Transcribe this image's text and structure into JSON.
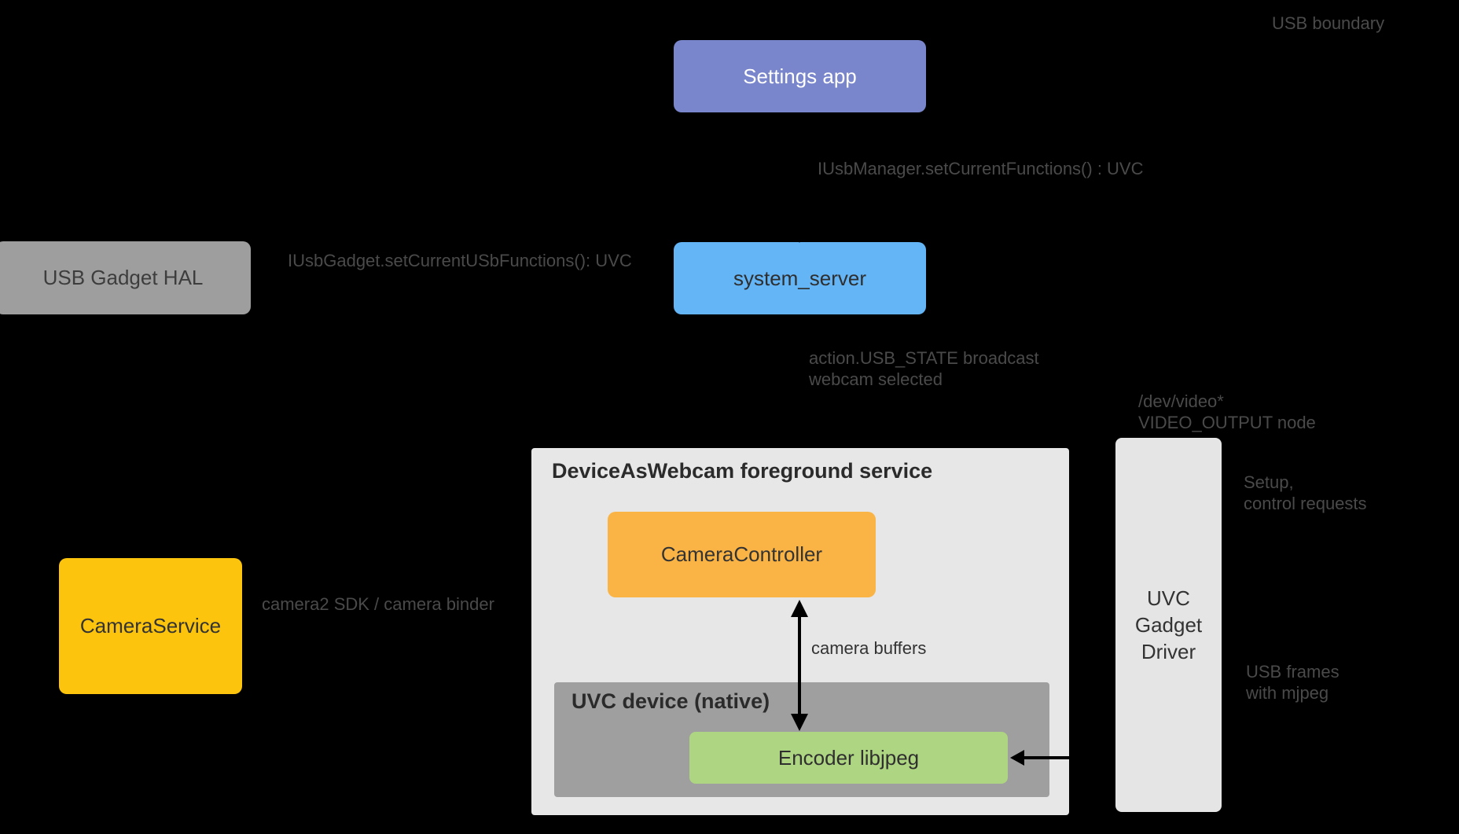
{
  "diagram": {
    "usb_boundary_label": "USB boundary",
    "nodes": {
      "settings_app": {
        "label": "Settings app"
      },
      "usb_gadget_hal": {
        "label": "USB Gadget HAL"
      },
      "system_server": {
        "label": "system_server"
      },
      "camera_service": {
        "label": "CameraService"
      },
      "camera_controller": {
        "label": "CameraController"
      },
      "encoder": {
        "label": "Encoder libjpeg"
      },
      "uvc_gadget_driver": {
        "lines": [
          "UVC",
          "Gadget",
          "Driver"
        ]
      }
    },
    "containers": {
      "device_as_webcam": {
        "title": "DeviceAsWebcam foreground service"
      },
      "uvc_device": {
        "title": "UVC device (native)"
      }
    },
    "edge_labels": {
      "iusbmanager": "IUsbManager.setCurrentFunctions() : UVC",
      "iusbgadget": "IUsbGadget.setCurrentUSbFunctions(): UVC",
      "usb_state": {
        "lines": [
          "action.USB_STATE broadcast",
          "webcam selected"
        ]
      },
      "dev_video": {
        "lines": [
          "/dev/video*",
          "VIDEO_OUTPUT node"
        ]
      },
      "setup": {
        "lines": [
          "Setup,",
          "control requests"
        ]
      },
      "usb_frames": {
        "lines": [
          "USB frames",
          "with mjpeg"
        ]
      },
      "camera2_sdk": "camera2 SDK / camera binder",
      "camera_buffers": "camera buffers"
    },
    "colors": {
      "background": "#000000",
      "settings_app": "#7986CB",
      "system_server": "#64B5F6",
      "usb_gadget_hal": "#9E9E9E",
      "camera_service": "#FCC40D",
      "camera_controller": "#F9B445",
      "encoder": "#AED581",
      "uvc_gadget_driver": "#E5E5E5",
      "device_as_webcam_container": "#E7E7E7",
      "uvc_device_container": "#9F9F9F",
      "edge_label_text": "#4A4A4A",
      "arrow": "#000000"
    }
  }
}
